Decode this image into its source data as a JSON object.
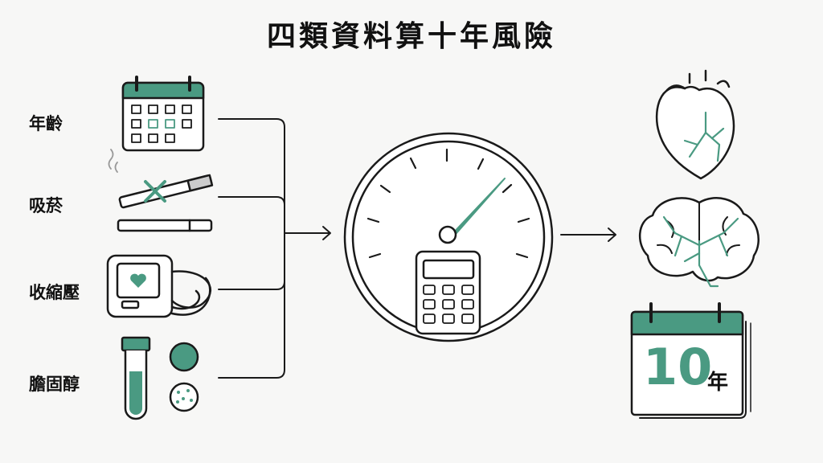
{
  "title": "四類資料算十年風險",
  "inputs": [
    {
      "label": "年齡",
      "icon": "calendar-icon"
    },
    {
      "label": "吸菸",
      "icon": "cigarette-icon"
    },
    {
      "label": "收縮壓",
      "icon": "blood-pressure-monitor-icon"
    },
    {
      "label": "膽固醇",
      "icon": "cholesterol-test-tube-icon"
    }
  ],
  "calculator": {
    "icon": "risk-gauge-calculator-icon"
  },
  "outputs": {
    "organs": [
      "heart-icon",
      "brain-icon"
    ],
    "period_number": "10",
    "period_unit": "年"
  },
  "colors": {
    "accent": "#4a9a82",
    "stroke": "#1a1a1a",
    "background": "#f7f7f6"
  }
}
